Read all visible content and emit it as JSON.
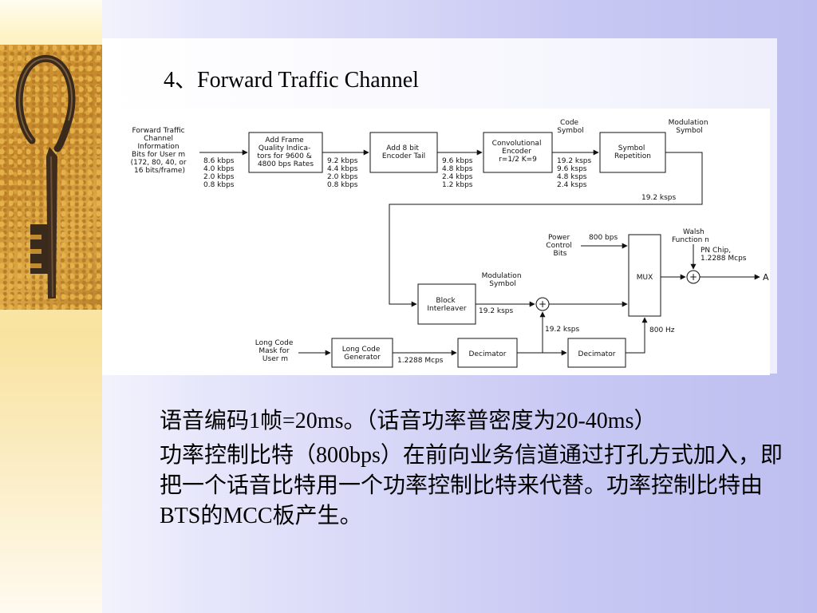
{
  "slide": {
    "title": "4、Forward Traffic Channel",
    "paragraphs": [
      "语音编码1帧=20ms。（话音功率普密度为20-40ms）",
      "功率控制比特（800bps）在前向业务信道通过打孔方式加入，即把一个话音比特用一个功率控制比特来代替。功率控制比特由BTS的MCC板产生。"
    ]
  },
  "diagram": {
    "input_label": [
      "Forward Traffic",
      "Channel",
      "Information",
      "Bits for User m",
      "(172, 80, 40, or",
      "16 bits/frame)"
    ],
    "rates_in": [
      "8.6 kbps",
      "4.0 kbps",
      "2.0 kbps",
      "0.8 kbps"
    ],
    "frame_quality_block": [
      "Add Frame",
      "Quality Indica-",
      "tors for 9600 &",
      "4800 bps Rates"
    ],
    "rates_after_quality": [
      "9.2 kbps",
      "4.4 kbps",
      "2.0 kbps",
      "0.8 kbps"
    ],
    "encoder_tail_block": [
      "Add 8 bit",
      "Encoder Tail"
    ],
    "rates_after_tail": [
      "9.6 kbps",
      "4.8 kbps",
      "2.4 kbps",
      "1.2 kbps"
    ],
    "convolutional_block": [
      "Convolutional",
      "Encoder",
      "r=1/2 K=9"
    ],
    "code_symbol_label": [
      "Code",
      "Symbol"
    ],
    "rates_after_encoder": [
      "19.2 ksps",
      "9.6 ksps",
      "4.8 ksps",
      "2.4 ksps"
    ],
    "symbol_repetition_block": [
      "Symbol",
      "Repetition"
    ],
    "modulation_symbol_label": [
      "Modulation",
      "Symbol"
    ],
    "rate_after_repetition": "19.2 ksps",
    "power_control_label": [
      "Power",
      "Control",
      "Bits"
    ],
    "rate_800bps": "800 bps",
    "walsh_label": [
      "Walsh",
      "Function n"
    ],
    "pn_chip_label": [
      "PN Chip,",
      "1.2288 Mcps"
    ],
    "mux_block": "MUX",
    "output_label": "A",
    "modulation_symbol_label2": [
      "Modulation",
      "Symbol"
    ],
    "block_interleaver_block": [
      "Block",
      "Interleaver"
    ],
    "rate_after_interleaver": "19.2 ksps",
    "rate_after_decimator1": "19.2 ksps",
    "rate_800hz": "800 Hz",
    "long_code_mask_label": [
      "Long Code",
      "Mask for",
      "User m"
    ],
    "long_code_generator_block": [
      "Long Code",
      "Generator"
    ],
    "rate_long_code": "1.2288 Mcps",
    "decimator1_block": "Decimator",
    "decimator2_block": "Decimator",
    "plus_symbol": "+"
  }
}
